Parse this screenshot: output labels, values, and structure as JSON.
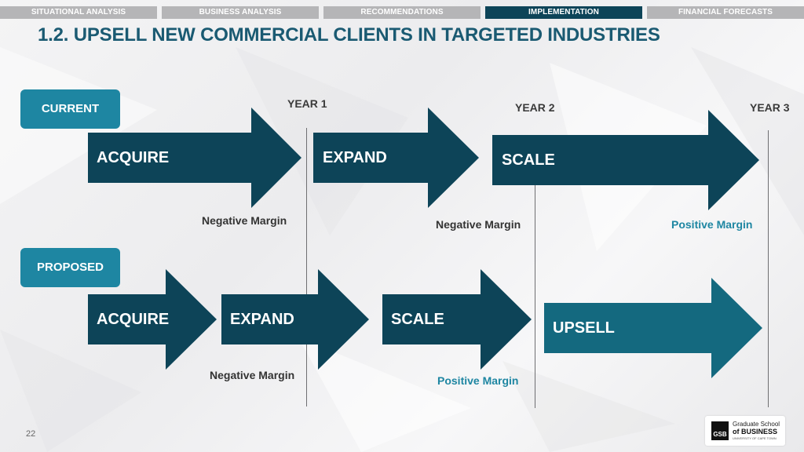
{
  "nav": {
    "tabs": [
      {
        "label": "SITUATIONAL ANALYSIS"
      },
      {
        "label": "BUSINESS ANALYSIS"
      },
      {
        "label": "RECOMMENDATIONS"
      },
      {
        "label": "IMPLEMENTATION",
        "active": true
      },
      {
        "label": "FINANCIAL FORECASTS"
      }
    ]
  },
  "title": "1.2. UPSELL NEW COMMERCIAL CLIENTS IN TARGETED INDUSTRIES",
  "years": [
    "YEAR 1",
    "YEAR 2",
    "YEAR 3"
  ],
  "current": {
    "label": "CURRENT",
    "steps": [
      "ACQUIRE",
      "EXPAND",
      "SCALE"
    ],
    "notes": [
      "Negative Margin",
      "Negative Margin",
      "Positive Margin"
    ]
  },
  "proposed": {
    "label": "PROPOSED",
    "steps": [
      "ACQUIRE",
      "EXPAND",
      "SCALE",
      "UPSELL"
    ],
    "notes": [
      "Negative Margin",
      "Positive Margin"
    ]
  },
  "page_number": "22",
  "logo": {
    "mark": "GSB",
    "line1": "Graduate School",
    "line2": "of BUSINESS",
    "line3": "UNIVERSITY OF CAPE TOWN"
  },
  "colors": {
    "arrow_dark": "#0d4458",
    "arrow_light": "#14697f",
    "accent": "#1e86a2",
    "tab_inactive": "#b5b5b7",
    "title": "#1a5a72"
  }
}
